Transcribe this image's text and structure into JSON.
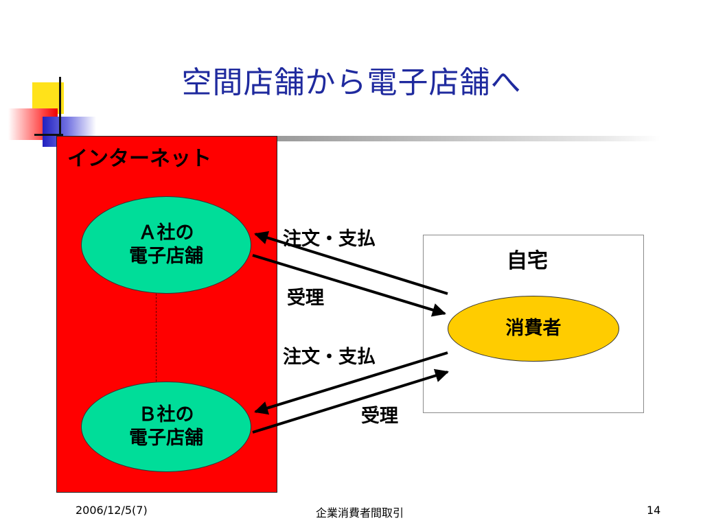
{
  "slide": {
    "title": "空間店舗から電子店舗へ"
  },
  "diagram": {
    "internet_label": "インターネット",
    "home_label": "自宅",
    "store_a": {
      "line1": "Ａ社の",
      "line2": "電子店舗"
    },
    "store_b": {
      "line1": "Ｂ社の",
      "line2": "電子店舗"
    },
    "consumer": "消費者",
    "arrows": {
      "order_pay_a": "注文・支払",
      "receive_a": "受理",
      "order_pay_b": "注文・支払",
      "receive_b": "受理"
    },
    "colors": {
      "internet": "#ff0000",
      "store": "#00dd99",
      "consumer": "#ffcc00",
      "title": "#1f2a9e"
    }
  },
  "footer": {
    "date": "2006/12/5(7)",
    "course": "企業消費者間取引",
    "page": "14"
  }
}
